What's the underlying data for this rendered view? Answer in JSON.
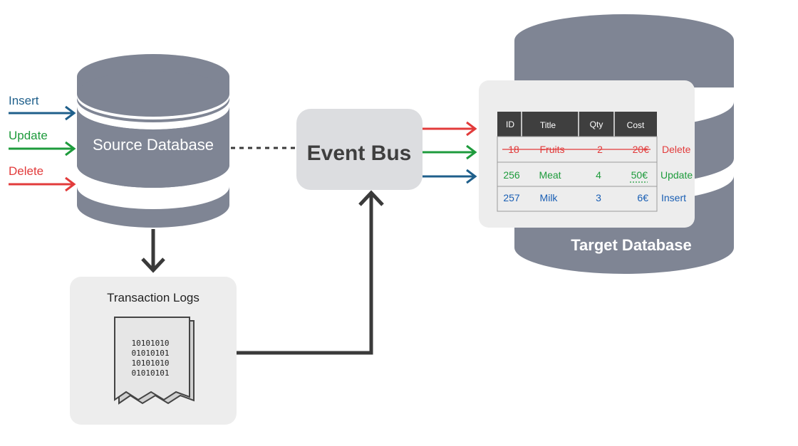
{
  "source": {
    "label": "Source Database",
    "inputs": [
      {
        "label": "Insert",
        "color": "#1f5f8b"
      },
      {
        "label": "Update",
        "color": "#1e9b3c"
      },
      {
        "label": "Delete",
        "color": "#e23b3b"
      }
    ]
  },
  "event_bus": {
    "label": "Event Bus"
  },
  "transaction_logs": {
    "label": "Transaction Logs",
    "binary_lines": [
      "10101010",
      "01010101",
      "10101010",
      "01010101"
    ]
  },
  "target": {
    "label": "Target Database",
    "table": {
      "headers": [
        "ID",
        "Title",
        "Qty",
        "Cost"
      ],
      "rows": [
        {
          "id": "18",
          "title": "Fruits",
          "qty": "2",
          "cost": "20€",
          "action": "Delete",
          "color": "#e23b3b"
        },
        {
          "id": "256",
          "title": "Meat",
          "qty": "4",
          "cost": "50€",
          "action": "Update",
          "color": "#1e9b3c"
        },
        {
          "id": "257",
          "title": "Milk",
          "qty": "3",
          "cost": "6€",
          "action": "Insert",
          "color": "#1a5fb4"
        }
      ]
    }
  },
  "colors": {
    "db": "#7f8594",
    "panel": "#ededed",
    "arrow_dark": "#3a3a3a",
    "insert": "#1f5f8b",
    "update": "#1e9b3c",
    "delete": "#e23b3b"
  }
}
